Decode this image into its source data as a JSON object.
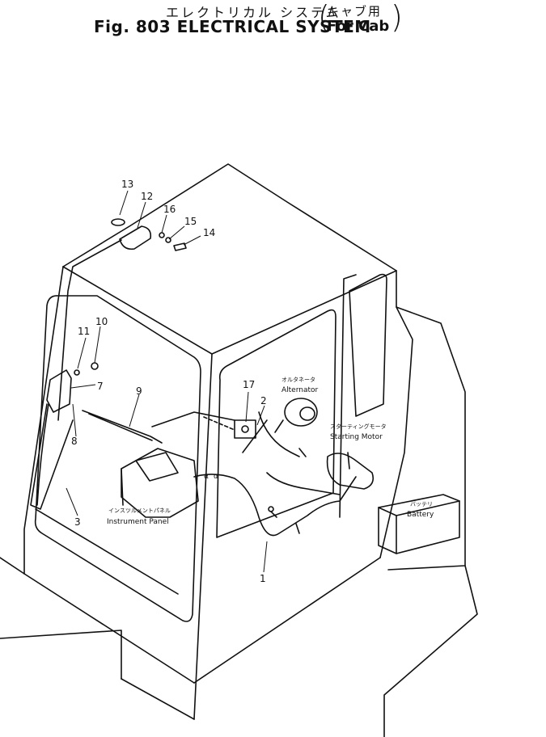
{
  "title": {
    "japanese": "エレクトリカル システム",
    "japanese_suffix": "キャブ用",
    "english": "Fig. 803  ELECTRICAL  SYSTEM",
    "english_suffix": "For Cab"
  },
  "callouts": [
    {
      "id": "13",
      "text": "13"
    },
    {
      "id": "12",
      "text": "12"
    },
    {
      "id": "16",
      "text": "16"
    },
    {
      "id": "15",
      "text": "15"
    },
    {
      "id": "14",
      "text": "14"
    },
    {
      "id": "11",
      "text": "11"
    },
    {
      "id": "10",
      "text": "10"
    },
    {
      "id": "7",
      "text": "7"
    },
    {
      "id": "9",
      "text": "9"
    },
    {
      "id": "8",
      "text": "8"
    },
    {
      "id": "17",
      "text": "17"
    },
    {
      "id": "2",
      "text": "2"
    },
    {
      "id": "3",
      "text": "3"
    },
    {
      "id": "1",
      "text": "1"
    }
  ],
  "components": {
    "alternator": {
      "jp": "オルタネータ",
      "en": "Alternator"
    },
    "starting_motor": {
      "jp": "スターティングモータ",
      "en": "Starting  Motor"
    },
    "battery": {
      "jp": "バッテリ",
      "en": "Battery"
    },
    "instrument_panel": {
      "jp": "インスツルメントパネル",
      "en": "Instrument  Panel"
    }
  },
  "alpha_marks": [
    "α",
    "α"
  ]
}
